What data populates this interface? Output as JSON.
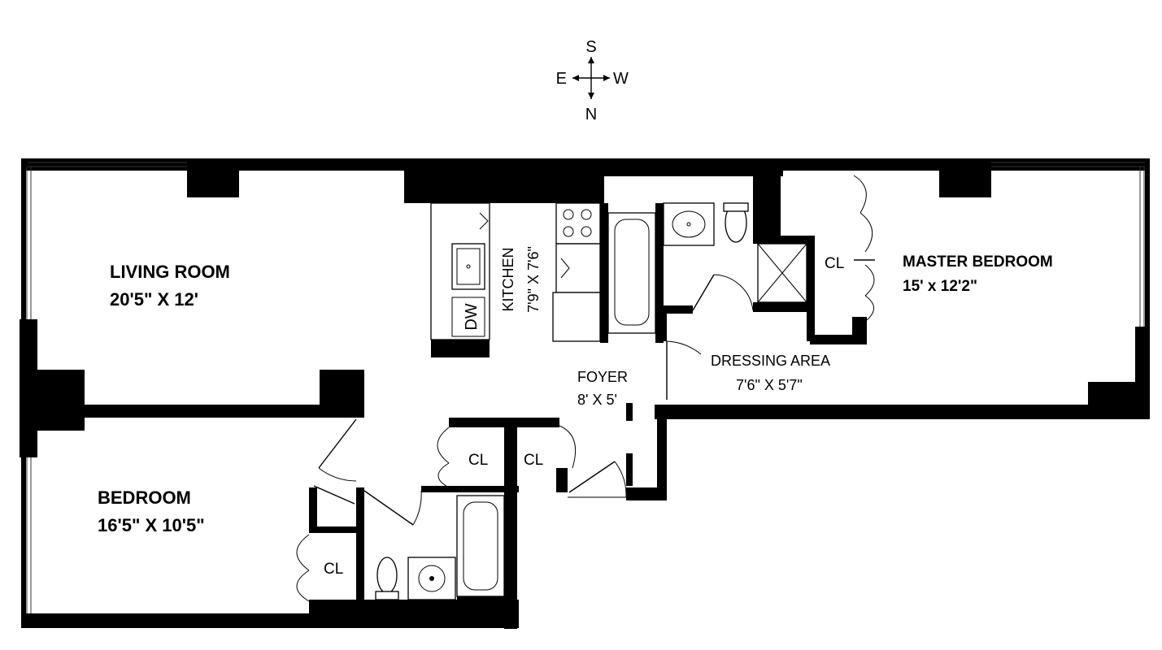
{
  "compass": {
    "top": "S",
    "left": "E",
    "right": "W",
    "bottom": "N"
  },
  "rooms": {
    "living_room": {
      "name": "LIVING ROOM",
      "size": "20'5\" X 12'"
    },
    "bedroom": {
      "name": "BEDROOM",
      "size": "16'5\" X 10'5\""
    },
    "master_bedroom": {
      "name": "MASTER BEDROOM",
      "size": "15' x 12'2\""
    },
    "kitchen": {
      "name": "KITCHEN",
      "size": "7'9\" X 7'6\""
    },
    "foyer": {
      "name": "FOYER",
      "size": "8' X 5'"
    },
    "dressing_area": {
      "name": "DRESSING AREA",
      "size": "7'6\" X 5'7\""
    }
  },
  "closets": {
    "master": "CL",
    "hall_1": "CL",
    "hall_2": "CL",
    "bedroom": "CL"
  },
  "fixtures": {
    "dishwasher": "DW"
  }
}
